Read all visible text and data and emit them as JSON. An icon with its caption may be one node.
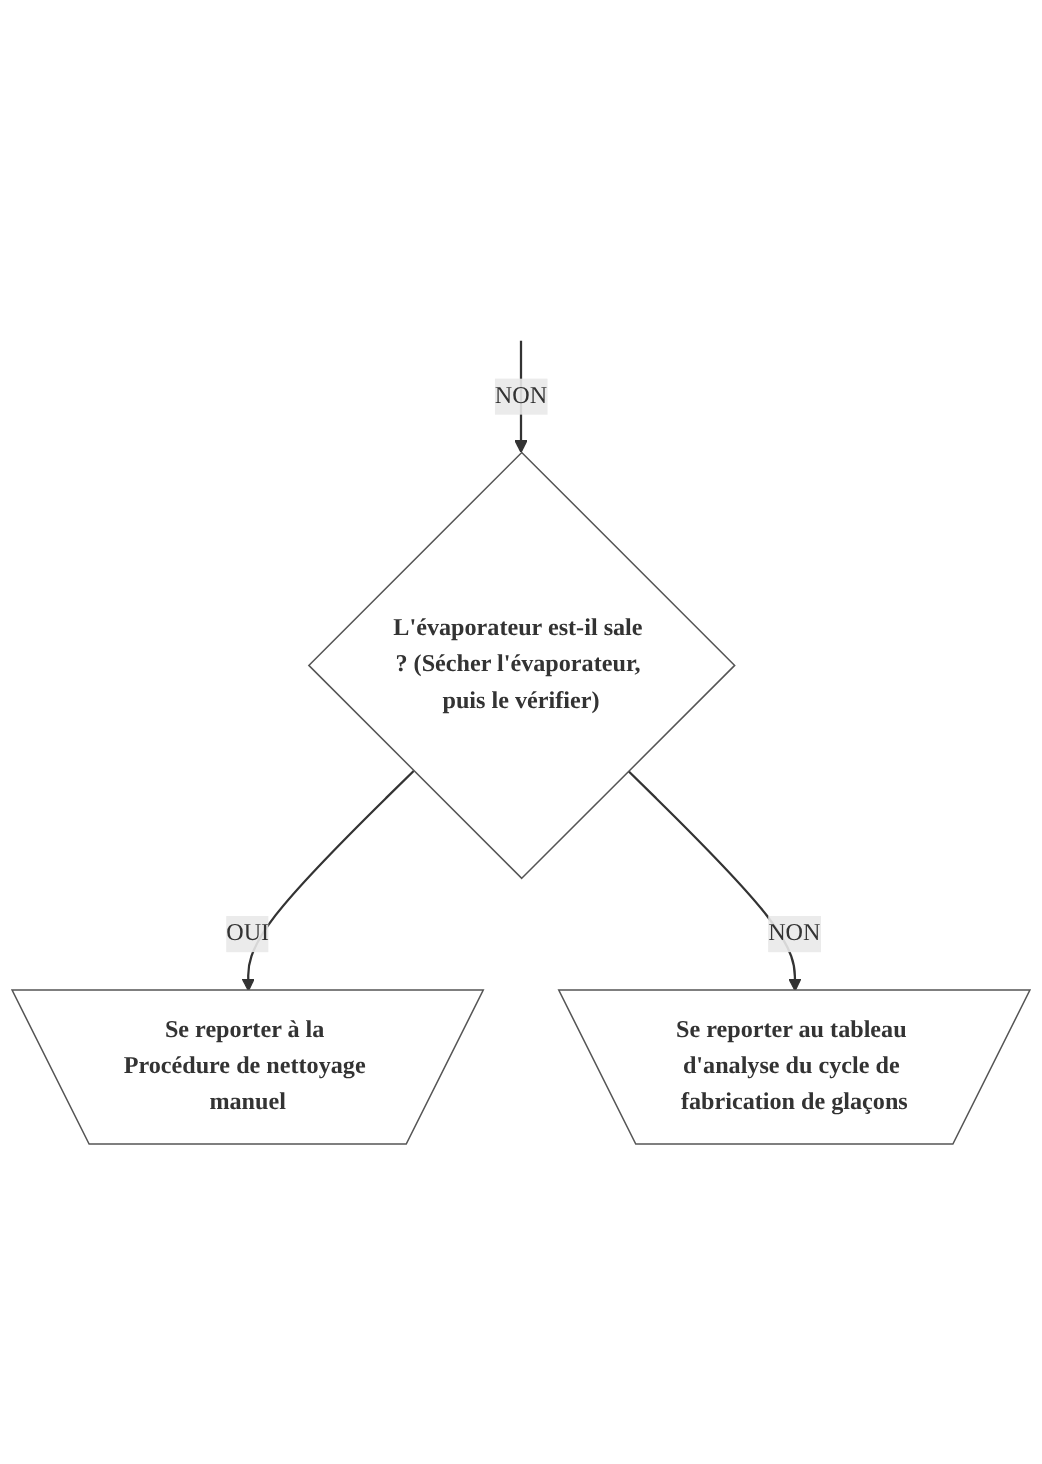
{
  "diagram": {
    "nodes": [
      {
        "text": [
          "L'évaporateur est-il sale ? (Sécher l'évaporateur, puis le vérifier)"
        ]
      },
      {
        "text": [
          "Se reporter à la Procédure de nettoyage manuel"
        ]
      },
      {
        "text": [
          "Se reporter au tableau d'analyse du cycle de fabrication de glaçons"
        ]
      }
    ],
    "edges": [
      {
        "from": null,
        "to": 0,
        "arrow": "to",
        "label": "NON"
      },
      {
        "from": 0,
        "to": 1,
        "arrow": "to",
        "label": "OUI"
      },
      {
        "from": 0,
        "to": 2,
        "arrow": "to",
        "label": "NON"
      }
    ]
  }
}
